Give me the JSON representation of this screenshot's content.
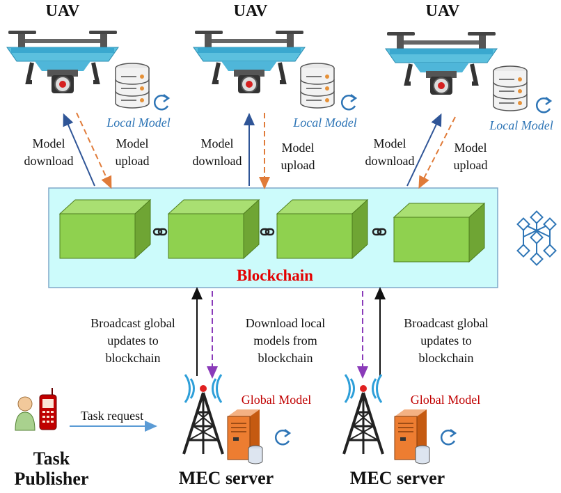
{
  "uavs": [
    {
      "title": "UAV",
      "local_model": "Local Model",
      "download": "Model\ndownload",
      "upload": "Model\nupload"
    },
    {
      "title": "UAV",
      "local_model": "Local Model",
      "download": "Model\ndownload",
      "upload": "Model\nupload"
    },
    {
      "title": "UAV",
      "local_model": "Local Model",
      "download": "Model\ndownload",
      "upload": "Model\nupload"
    }
  ],
  "blockchain": {
    "label": "Blockchain",
    "block_count": 4,
    "label_color": "#e30000",
    "panel_color": "#ccfbfb",
    "block_color": "#8fd14f"
  },
  "broadcast_left": "Broadcast global\nupdates to\nblockchain",
  "download_local": "Download local\nmodels from\nblockchain",
  "broadcast_right": "Broadcast global\nupdates to\nblockchain",
  "mec": [
    {
      "global_model": "Global Model",
      "name": "MEC server"
    },
    {
      "global_model": "Global Model",
      "name": "MEC server"
    }
  ],
  "task": {
    "request": "Task request",
    "publisher": "Task\nPublisher"
  },
  "colors": {
    "accent_blue": "#2f5597",
    "upload_orange": "#e07b39",
    "dashed_purple": "#8a3ab9",
    "italic_blue": "#2e75b6",
    "global_red": "#c00000",
    "drone_body": "#5bc0de"
  },
  "icons": [
    "drone-icon",
    "database-icon",
    "refresh-icon",
    "blockchain-network-icon",
    "tower-icon",
    "server-icon",
    "person-phone-icon"
  ]
}
